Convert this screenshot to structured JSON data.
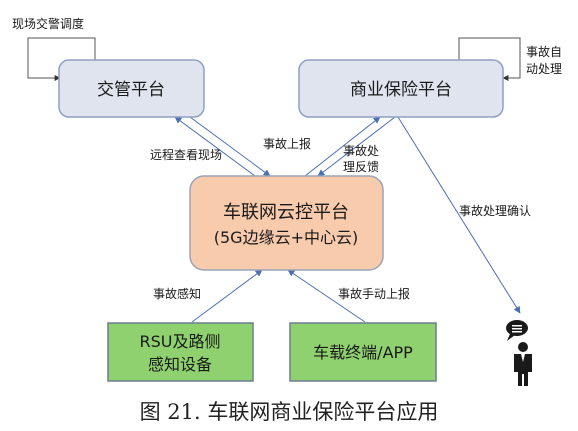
{
  "nodes": {
    "traffic": "交管平台",
    "insurance": "商业保险平台",
    "cloud_line1": "车联网云控平台",
    "cloud_line2": "(5G边缘云+中心云)",
    "rsu_line1": "RSU及路侧",
    "rsu_line2": "感知设备",
    "vehicle": "车载终端/APP"
  },
  "labels": {
    "scene_dispatch": "现场交警调度",
    "auto_process_line1": "事故自",
    "auto_process_line2": "动处理",
    "remote_view": "远程查看现场",
    "accident_report": "事故上报",
    "feedback_line1": "事故处",
    "feedback_line2": "理反馈",
    "process_confirm": "事故处理确认",
    "perception": "事故感知",
    "manual_report": "事故手动上报"
  },
  "caption": "图 21.  车联网商业保险平台应用",
  "colors": {
    "platform_fill": "#dfe4ef",
    "cloud_fill": "#f8cbad",
    "green_fill": "#8fd16f",
    "arrow": "#4a6fb4",
    "icon": "person-with-speech-icon"
  }
}
